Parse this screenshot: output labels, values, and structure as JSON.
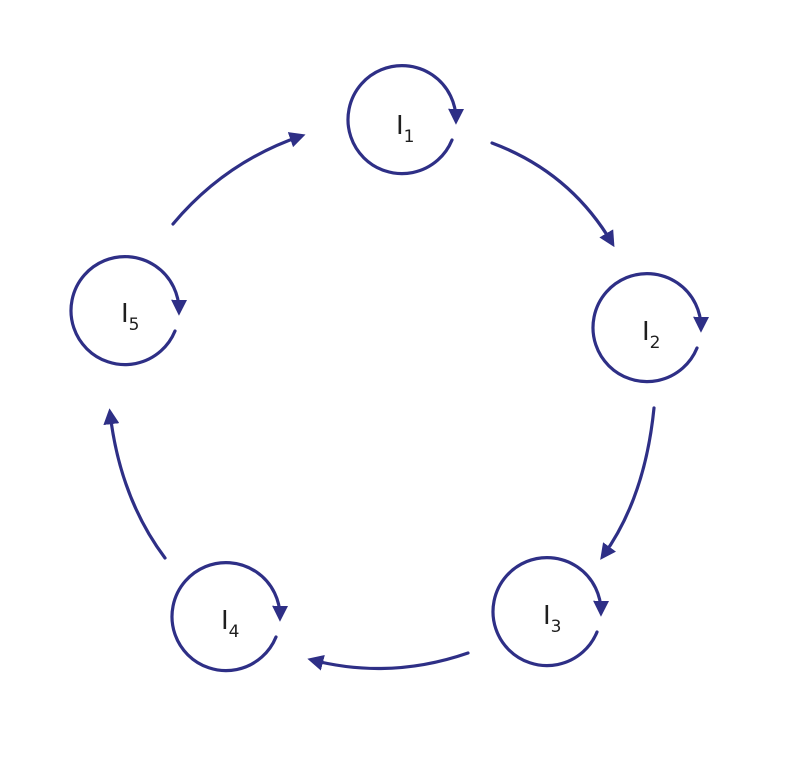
{
  "colors": {
    "stroke": "#2e2f86",
    "text": "#1f1f1f",
    "background": "#ffffff"
  },
  "nodes": [
    {
      "id": "n1",
      "label": "I",
      "sub": "1"
    },
    {
      "id": "n2",
      "label": "I",
      "sub": "2"
    },
    {
      "id": "n3",
      "label": "I",
      "sub": "3"
    },
    {
      "id": "n4",
      "label": "I",
      "sub": "4"
    },
    {
      "id": "n5",
      "label": "I",
      "sub": "5"
    }
  ],
  "edges": [
    {
      "from": "n1",
      "to": "n2"
    },
    {
      "from": "n2",
      "to": "n3"
    },
    {
      "from": "n3",
      "to": "n4"
    },
    {
      "from": "n4",
      "to": "n5"
    },
    {
      "from": "n5",
      "to": "n1"
    }
  ]
}
